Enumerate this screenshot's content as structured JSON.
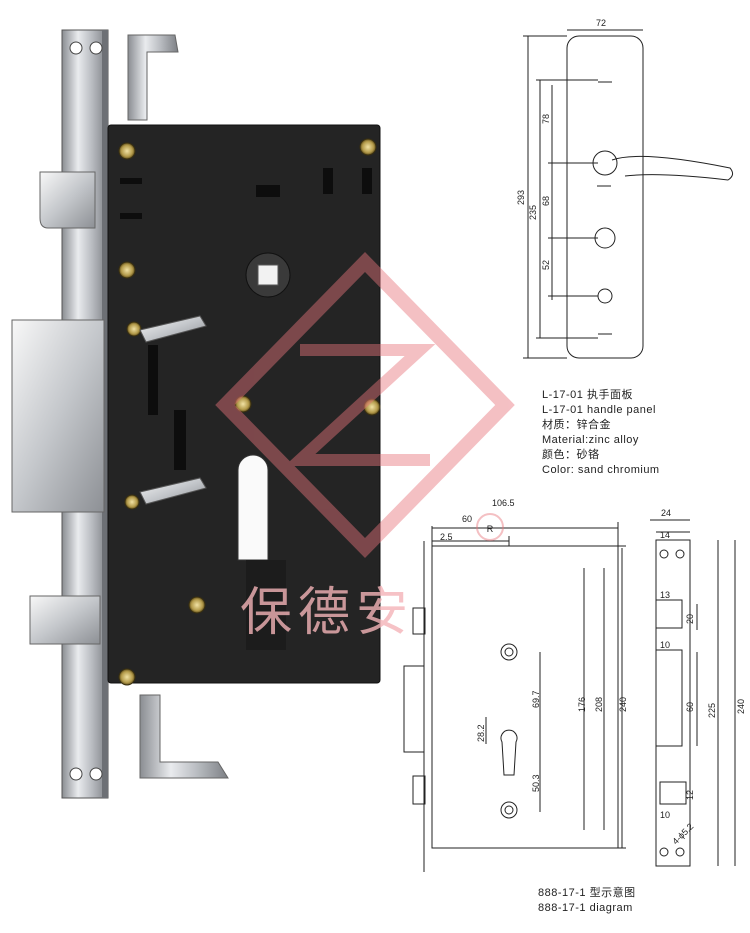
{
  "handle_panel": {
    "dims": {
      "width": "72",
      "height_total": "293",
      "height_inner": "235",
      "top": "78",
      "mid": "68",
      "low": "52"
    },
    "caption": {
      "model_cn": "L-17-01 执手面板",
      "model_en": "L-17-01 handle panel",
      "material_cn": "材质：锌合金",
      "material_en": "Material:zinc alloy",
      "color_cn": "颜色：砂铬",
      "color_en": "Color: sand chromium"
    }
  },
  "lock_body": {
    "dims": {
      "width": "106.5",
      "backset": "60",
      "offset": "2.5",
      "h176": "176",
      "h208": "208",
      "h240": "240",
      "d697": "69.7",
      "d282": "28.2",
      "d503": "50.3"
    },
    "side_dims": {
      "w24": "24",
      "w14": "14",
      "d13": "13",
      "d20": "20",
      "d10a": "10",
      "d60": "60",
      "d225": "225",
      "d240": "240",
      "d10b": "10",
      "d12": "12",
      "d4": "4-ϕ5.2"
    },
    "caption": {
      "cn": "888-17-1 型示意图",
      "en": "888-17-1 diagram"
    }
  },
  "watermark": {
    "brand_cn": "保德安",
    "mark": "R",
    "color": "#e8747c"
  }
}
